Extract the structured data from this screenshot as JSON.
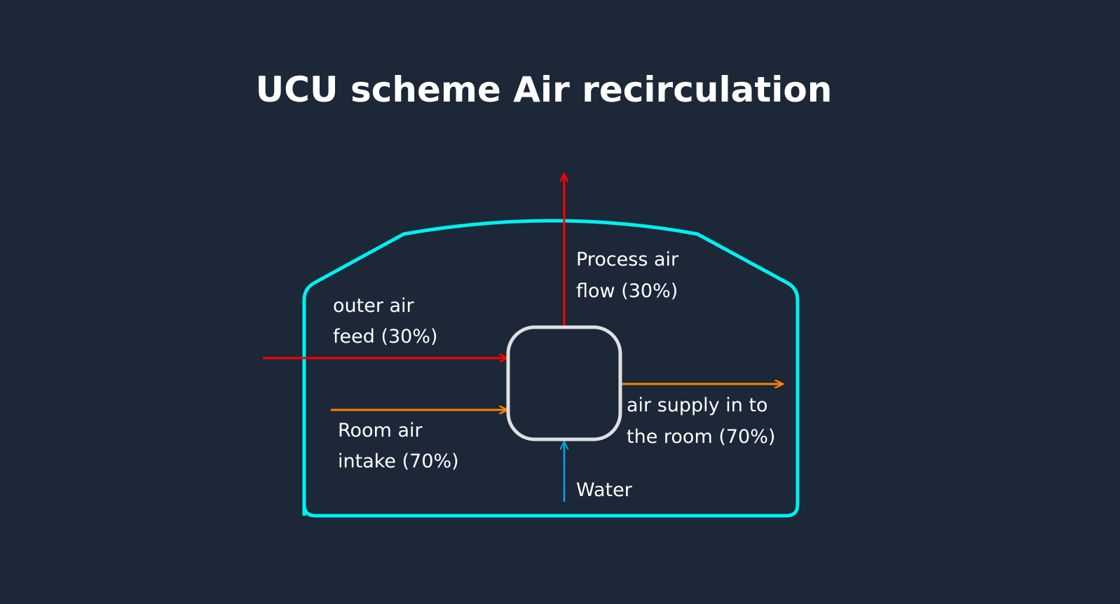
{
  "title": "UCU scheme Air recirculation",
  "colors": {
    "background": "#1c2737",
    "enclosure": "#00f0f0",
    "unit": "#e0e0e0",
    "outer_air": "#ff0000",
    "room_air": "#ff8000",
    "water": "#00a8e8",
    "text": "#ffffff"
  },
  "flows": {
    "outer_air_feed": {
      "line1": "outer air",
      "line2": "feed (30%)",
      "percent": 30
    },
    "room_air_intake": {
      "line1": "Room air",
      "line2": "intake (70%)",
      "percent": 70
    },
    "process_air_flow": {
      "line1": "Process air",
      "line2": "flow (30%)",
      "percent": 30
    },
    "air_supply": {
      "line1": "air supply in to",
      "line2": "the room (70%)",
      "percent": 70
    },
    "water": {
      "label": "Water"
    }
  }
}
